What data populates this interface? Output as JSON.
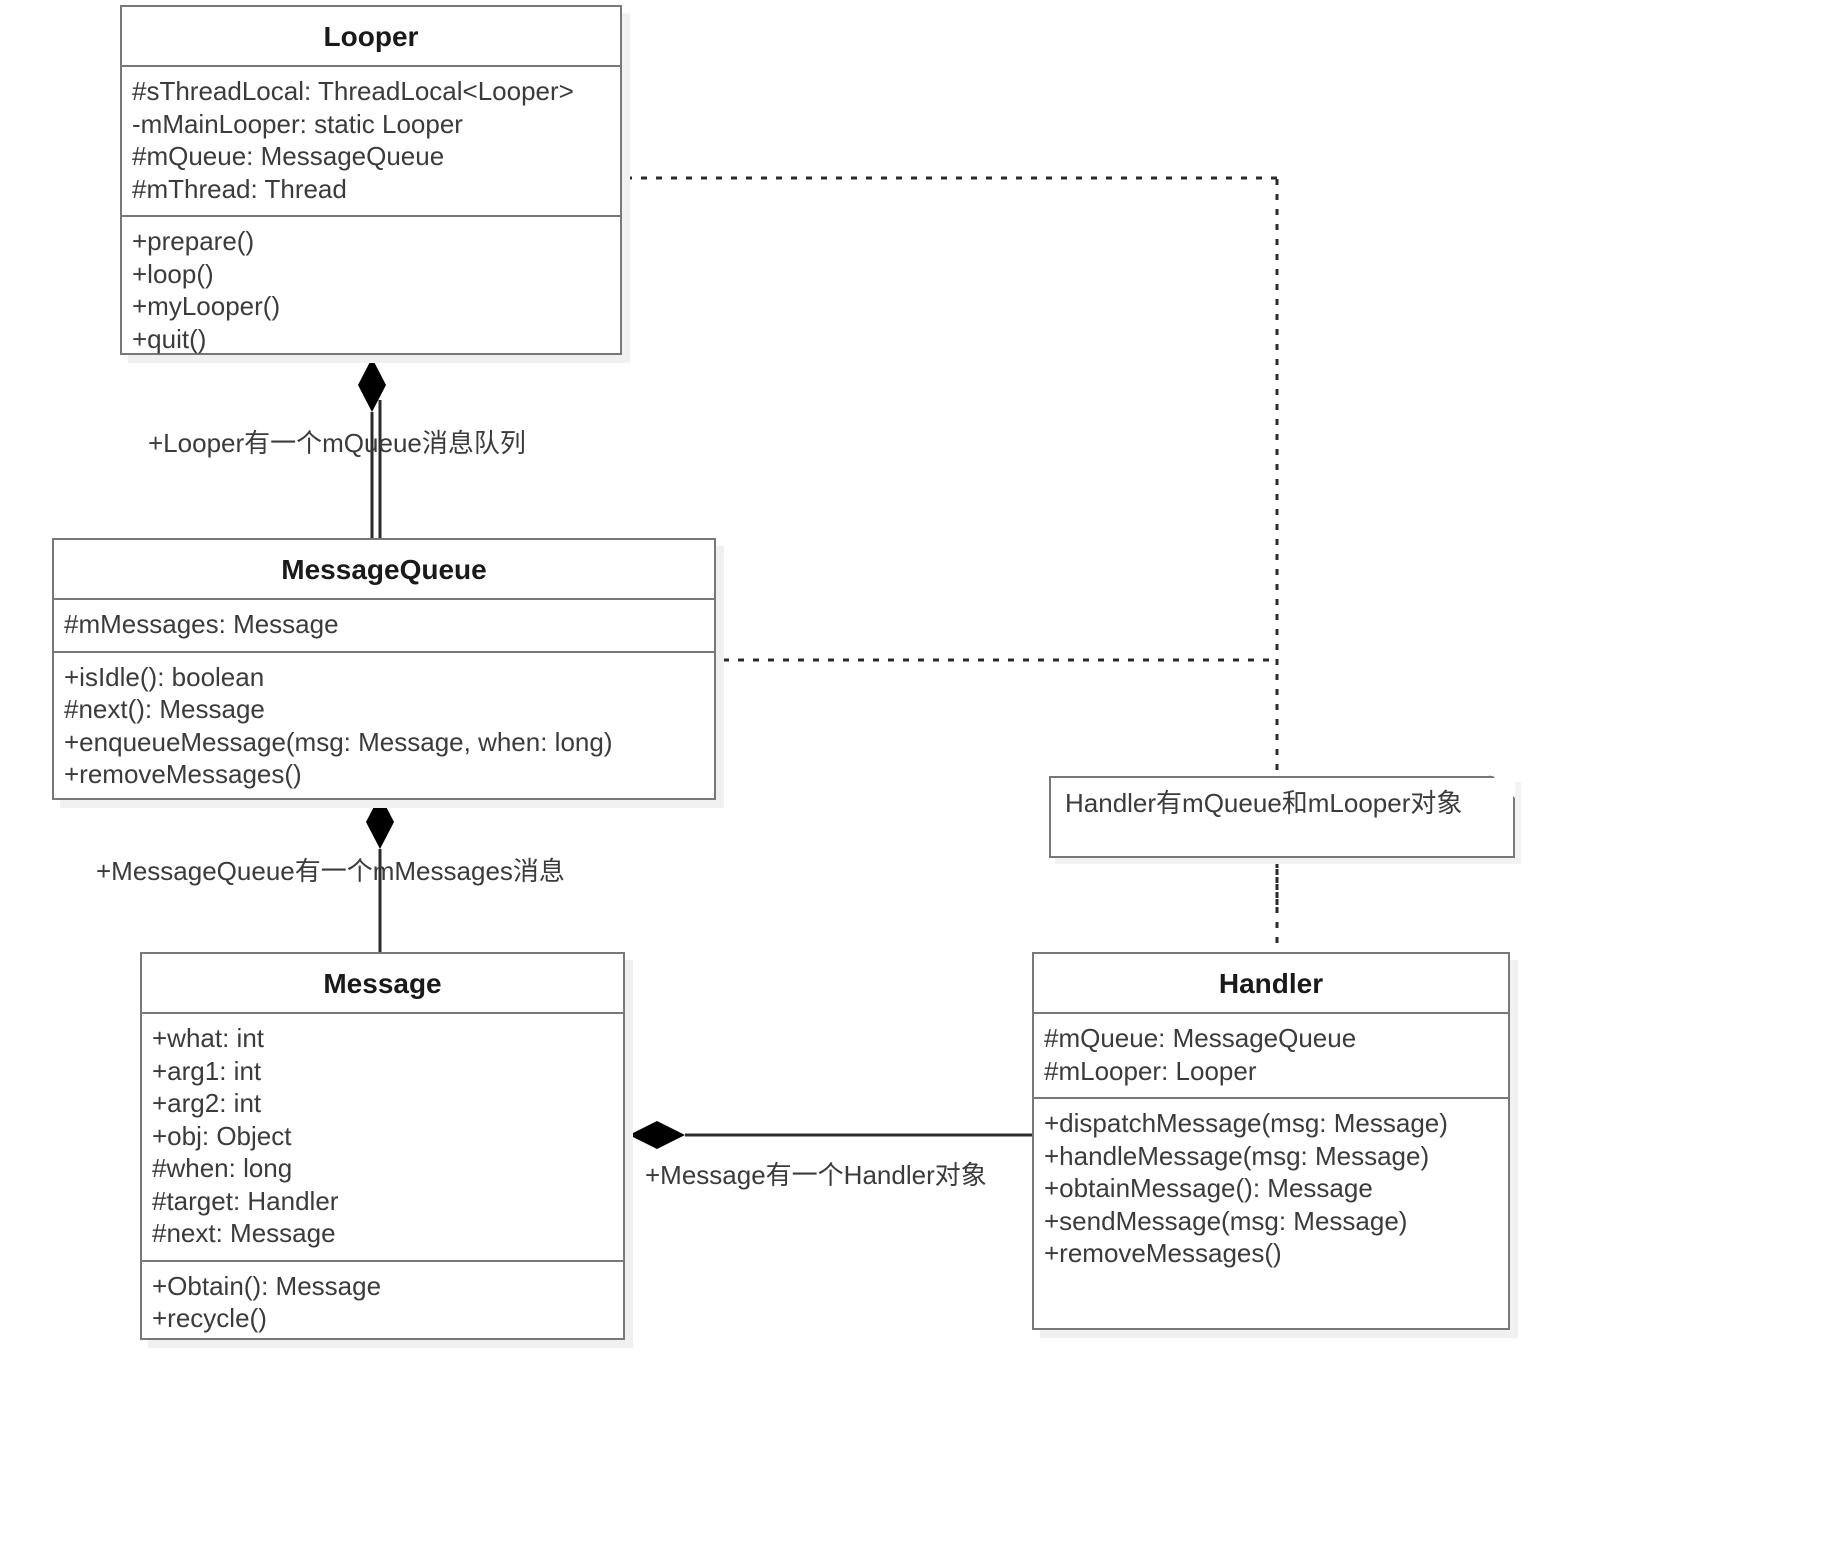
{
  "diagram": {
    "title": "Android Handler Message Mechanism UML Class Diagram",
    "colors": {
      "box_border": "#77787a",
      "box_fill": "#ffffff",
      "shadow": "#f0f0f0",
      "text": "#3b3b3b",
      "line": "#2b2b2b"
    }
  },
  "classes": {
    "looper": {
      "name": "Looper",
      "attributes": [
        "#sThreadLocal: ThreadLocal<Looper>",
        "-mMainLooper: static Looper",
        "#mQueue: MessageQueue",
        "#mThread: Thread"
      ],
      "methods": [
        "+prepare()",
        "+loop()",
        "+myLooper()",
        "+quit()"
      ]
    },
    "message_queue": {
      "name": "MessageQueue",
      "attributes": [
        "#mMessages: Message"
      ],
      "methods": [
        "+isIdle(): boolean",
        "#next(): Message",
        "+enqueueMessage(msg: Message, when: long)",
        "+removeMessages()"
      ]
    },
    "message": {
      "name": "Message",
      "attributes": [
        "+what: int",
        "+arg1: int",
        "+arg2: int",
        "+obj: Object",
        "#when: long",
        "#target: Handler",
        "#next: Message"
      ],
      "methods": [
        "+Obtain(): Message",
        "+recycle()"
      ]
    },
    "handler": {
      "name": "Handler",
      "attributes": [
        "#mQueue: MessageQueue",
        "#mLooper: Looper"
      ],
      "methods": [
        "+dispatchMessage(msg: Message)",
        "+handleMessage(msg: Message)",
        "+obtainMessage(): Message",
        "+sendMessage(msg: Message)",
        "+removeMessages()"
      ]
    }
  },
  "note": {
    "text": "Handler有mQueue和mLooper对象"
  },
  "edges": {
    "looper_messagequeue": {
      "label": "+Looper有一个mQueue消息队列",
      "type": "composition"
    },
    "messagequeue_message": {
      "label": "+MessageQueue有一个mMessages消息",
      "type": "composition"
    },
    "message_handler": {
      "label": "+Message有一个Handler对象",
      "type": "composition"
    }
  }
}
